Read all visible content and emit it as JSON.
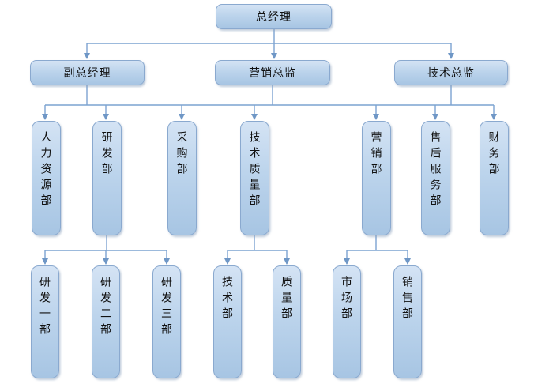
{
  "canvas": {
    "background": "#ffffff"
  },
  "colors": {
    "box_fill_top": "#d4e3f4",
    "box_fill_bottom": "#a7c5e3",
    "box_border": "#8aa9cf",
    "connector_line": "#7ca3d1",
    "arrowhead": "#6f97c6",
    "text": "#111111"
  },
  "org": {
    "root": {
      "label": "总经理"
    },
    "level2": [
      {
        "label": "副总经理"
      },
      {
        "label": "营销总监"
      },
      {
        "label": "技术总监"
      }
    ],
    "level3": [
      {
        "label": "人力资源部"
      },
      {
        "label": "研发部"
      },
      {
        "label": "采购部"
      },
      {
        "label": "技术质量部"
      },
      {
        "label": "营销部"
      },
      {
        "label": "售后服务部"
      },
      {
        "label": "财务部"
      }
    ],
    "level4": [
      {
        "label": "研发一部"
      },
      {
        "label": "研发二部"
      },
      {
        "label": "研发三部"
      },
      {
        "label": "技术部"
      },
      {
        "label": "质量部"
      },
      {
        "label": "市场部"
      },
      {
        "label": "销售部"
      }
    ],
    "rails": [
      {
        "parents": [
          "总经理"
        ],
        "children": [
          "副总经理",
          "营销总监",
          "技术总监"
        ]
      },
      {
        "parents": [
          "副总经理",
          "营销总监",
          "技术总监"
        ],
        "children": [
          "人力资源部",
          "研发部",
          "采购部",
          "技术质量部",
          "营销部",
          "售后服务部",
          "财务部"
        ]
      },
      {
        "parents": [
          "研发部"
        ],
        "children": [
          "研发一部",
          "研发二部",
          "研发三部"
        ]
      },
      {
        "parents": [
          "技术质量部"
        ],
        "children": [
          "技术部",
          "质量部"
        ]
      },
      {
        "parents": [
          "营销部"
        ],
        "children": [
          "市场部",
          "销售部"
        ]
      }
    ]
  }
}
